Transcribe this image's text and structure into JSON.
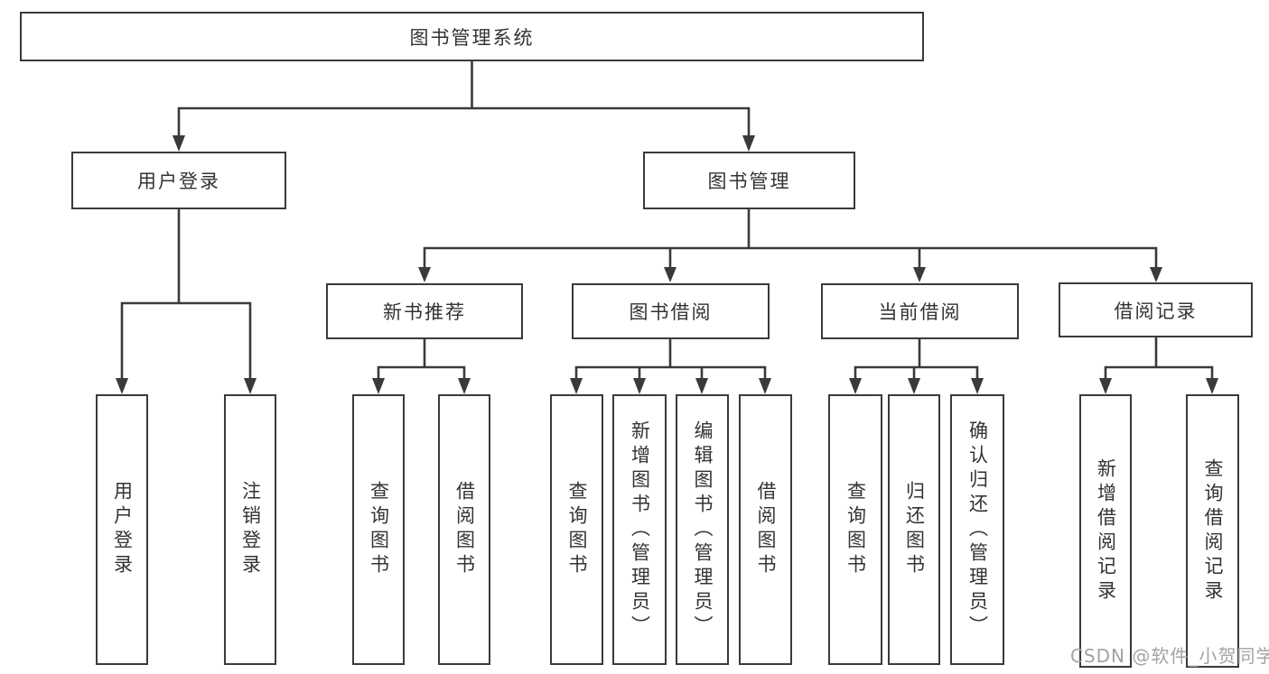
{
  "title": "图书管理系统",
  "watermark": "CSDN @软件_小贺同学",
  "colors": {
    "line": "#3a3a3a",
    "text": "#333333",
    "watermark": "#a3a3a3",
    "background": "#ffffff"
  },
  "tree": {
    "root": {
      "label": "图书管理系统",
      "children": [
        {
          "label": "用户登录",
          "children": [
            {
              "label": "用户登录"
            },
            {
              "label": "注销登录"
            }
          ]
        },
        {
          "label": "图书管理",
          "children": [
            {
              "label": "新书推荐",
              "children": [
                {
                  "label": "查询图书"
                },
                {
                  "label": "借阅图书"
                }
              ]
            },
            {
              "label": "图书借阅",
              "children": [
                {
                  "label": "查询图书"
                },
                {
                  "label": "新增图书（管理员）"
                },
                {
                  "label": "编辑图书（管理员）"
                },
                {
                  "label": "借阅图书"
                }
              ]
            },
            {
              "label": "当前借阅",
              "children": [
                {
                  "label": "查询图书"
                },
                {
                  "label": "归还图书"
                },
                {
                  "label": "确认归还（管理员）"
                }
              ]
            },
            {
              "label": "借阅记录",
              "children": [
                {
                  "label": "新增借阅记录"
                },
                {
                  "label": "查询借阅记录"
                }
              ]
            }
          ]
        }
      ]
    }
  }
}
